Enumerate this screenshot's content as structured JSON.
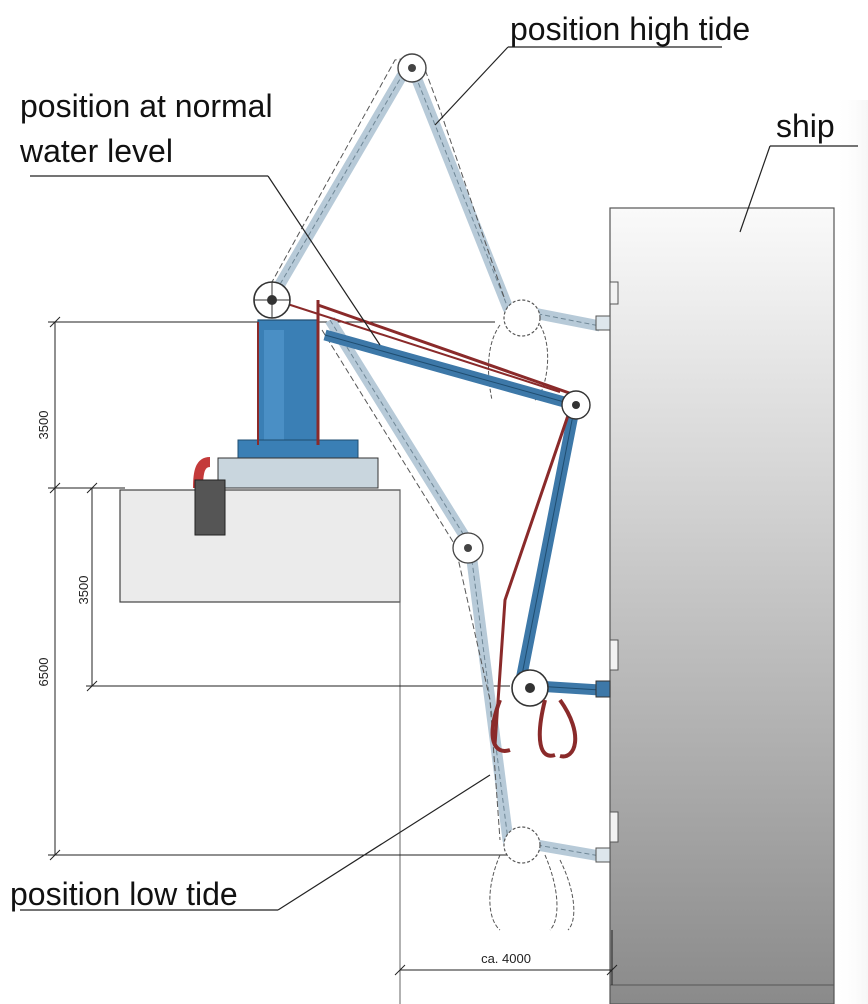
{
  "labels": {
    "high_tide": "position high tide",
    "normal_level_line1": "position at normal",
    "normal_level_line2": "water level",
    "ship": "ship",
    "low_tide": "position low tide"
  },
  "dimensions": {
    "upper_3500": "3500",
    "inner_3500": "3500",
    "total_6500": "6500",
    "horizontal_4000": "ca. 4000"
  },
  "colors": {
    "arm_normal": "#3d78a8",
    "arm_ghost": "#bfd0dc",
    "hose": "#8a2a2a",
    "base": "#3a7fb5",
    "ship_light": "#f4f4f4",
    "ship_dark": "#8c8c8c",
    "pier": "#e8e8e8"
  }
}
